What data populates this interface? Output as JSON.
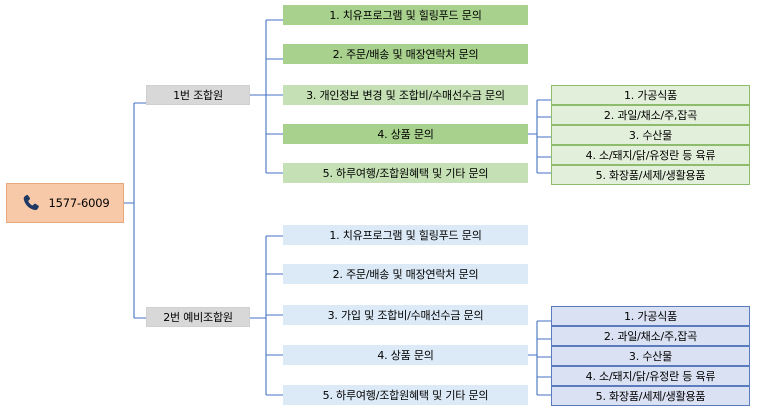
{
  "root": {
    "label": "1577-6009",
    "icon": "phone-icon",
    "color": "#f8c9a8"
  },
  "groups": [
    {
      "label": "1번 조합원",
      "items": [
        "1. 치유프로그램 및 힐링푸드 문의",
        "2. 주문/배송 및 매장연락처 문의",
        "3. 개인정보 변경 및 조합비/수매선수금 문의",
        "4. 상품 문의",
        "5. 하루여행/조합원혜택 및 기타 문의"
      ],
      "subitems": [
        "1. 가공식품",
        "2. 과일/채소/주,잡곡",
        "3. 수산물",
        "4. 소/돼지/닭/유정란 등 육류",
        "5. 화장품/세제/생활용품"
      ],
      "colors": {
        "items": "#a9d18e",
        "subitems": "#e2efda"
      }
    },
    {
      "label": "2번 예비조합원",
      "items": [
        "1. 치유프로그램 및 힐링푸드 문의",
        "2. 주문/배송 및 매장연락처 문의",
        "3. 가입 및 조합비/수매선수금 문의",
        "4. 상품 문의",
        "5. 하루여행/조합원혜택 및 기타 문의"
      ],
      "subitems": [
        "1. 가공식품",
        "2. 과일/채소/주,잡곡",
        "3. 수산물",
        "4. 소/돼지/닭/유정란 등 육류",
        "5. 화장품/세제/생활용품"
      ],
      "colors": {
        "items": "#dce9f6",
        "subitems": "#d9e1f2"
      }
    }
  ]
}
